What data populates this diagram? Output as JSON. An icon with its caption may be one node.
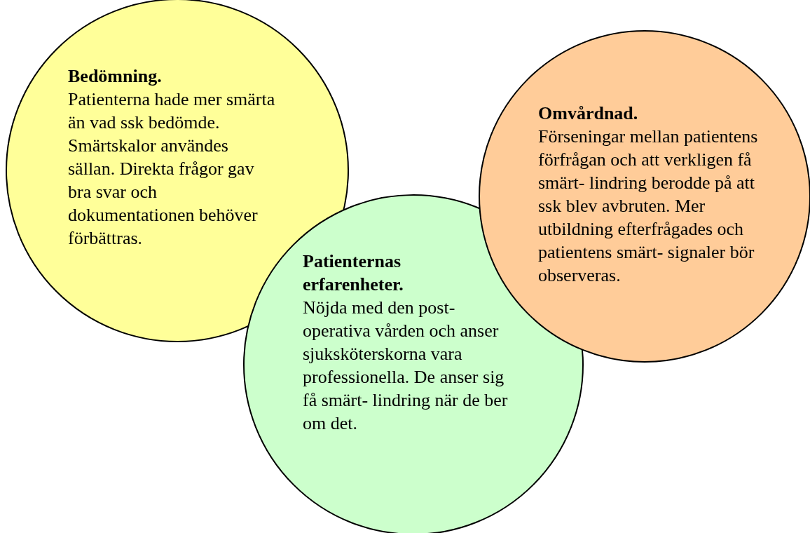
{
  "diagram": {
    "nodes": [
      {
        "text": [
          "Bedömning.",
          "Patienterna hade mer smärta än vad ssk bedömde. Smärtskalor användes sällan. Direkta frågor gav bra svar och dokumentationen behöver förbättras."
        ]
      },
      {
        "text": [
          "Patienternas erfarenheter.",
          "Nöjda med den post- operativa vården och anser sjuksköterskorna vara professionella. De anser sig få smärt- lindring när de ber om det."
        ]
      },
      {
        "text": [
          "Omvårdnad.",
          "Förseningar mellan patientens förfrågan och att verkligen få smärt- lindring berodde på att ssk blev avbruten. Mer utbildning efterfrågades och patientens smärt- signaler bör observeras."
        ]
      }
    ]
  }
}
